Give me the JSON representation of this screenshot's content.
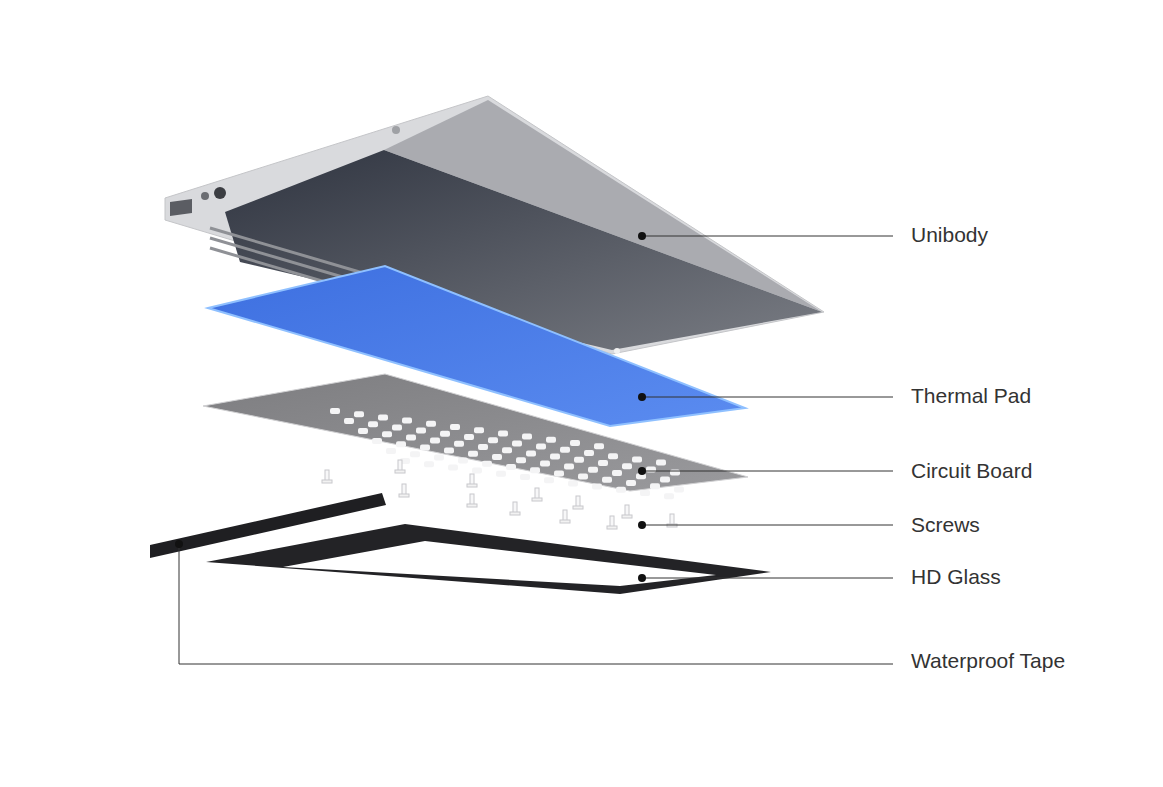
{
  "diagram": {
    "labels": [
      "Unibody",
      "Thermal Pad",
      "Circuit Board",
      "Screws",
      "HD Glass",
      "Waterproof Tape"
    ]
  }
}
